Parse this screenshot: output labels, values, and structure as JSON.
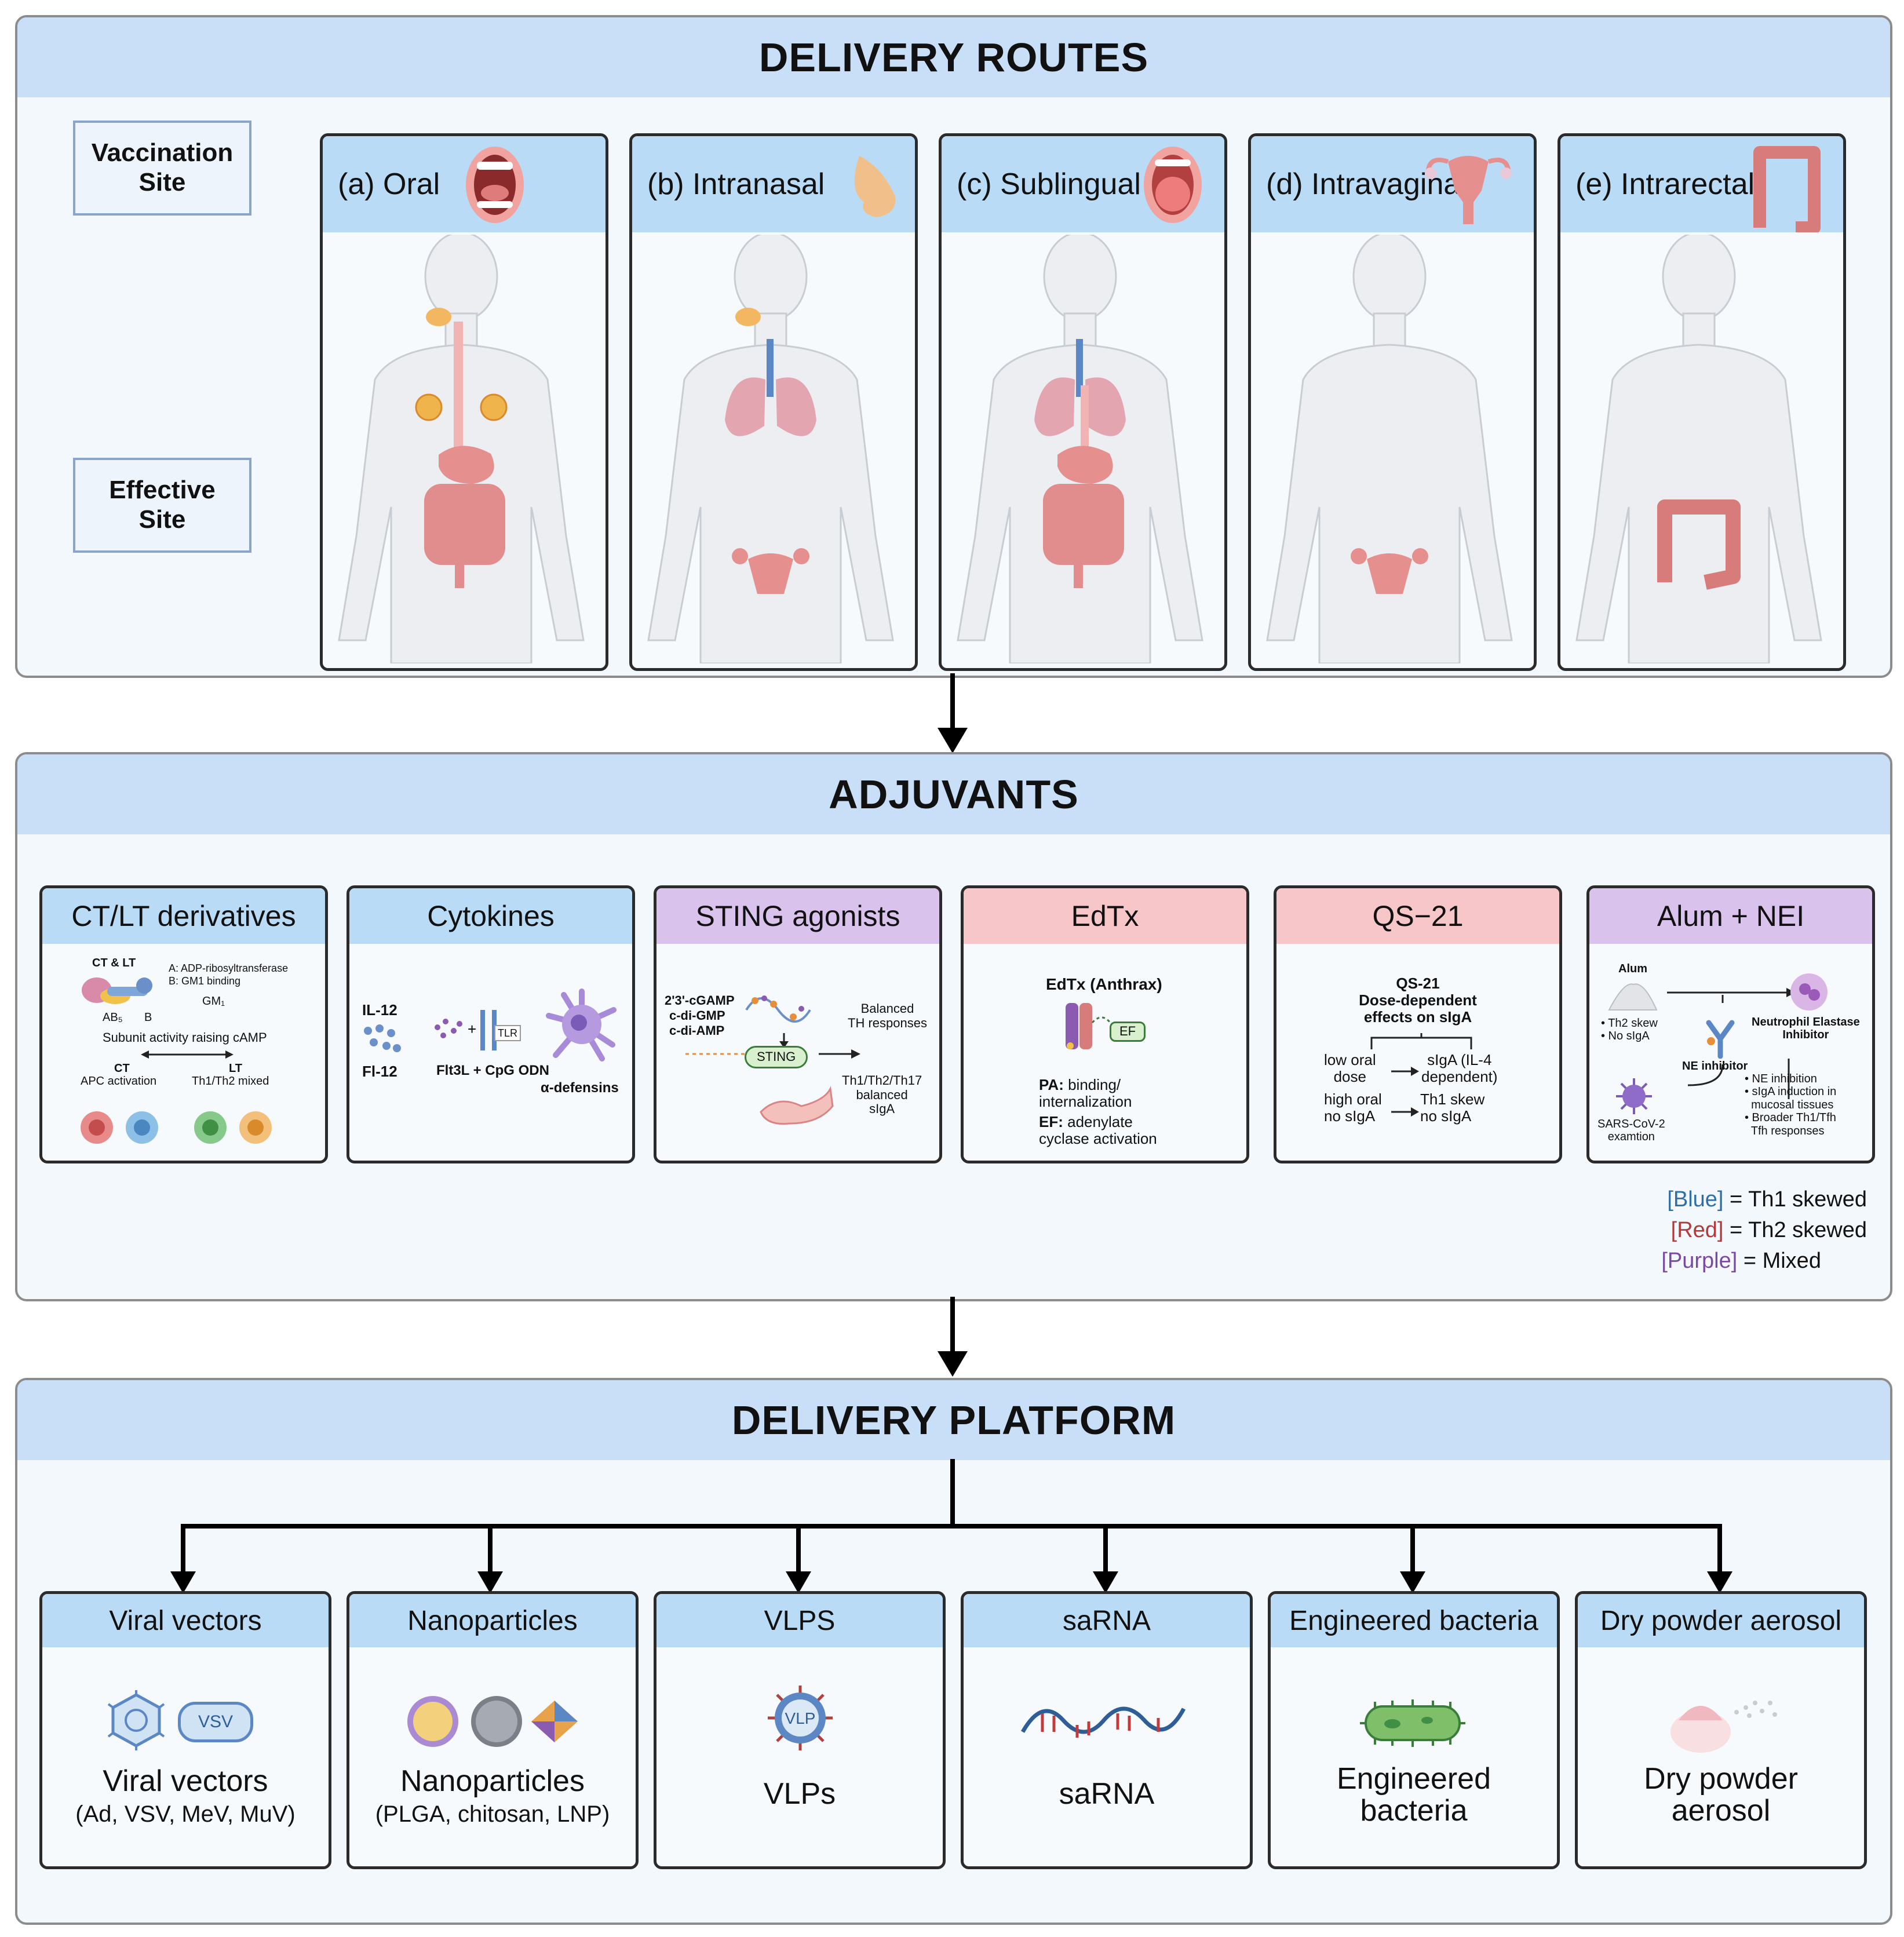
{
  "routes_panel": {
    "title": "DELIVERY ROUTES",
    "vaccination_site_label": "Vaccination\nSite",
    "effective_site_label": "Effective\nSite",
    "routes": [
      {
        "label": "(a) Oral"
      },
      {
        "label": "(b) Intranasal"
      },
      {
        "label": "(c) Sublingual"
      },
      {
        "label": "(d) Intravaginal"
      },
      {
        "label": "(e) Intrarectal"
      }
    ]
  },
  "adjuvants_panel": {
    "title": "ADJUVANTS",
    "boxes": {
      "ctlt": {
        "title": "CT/LT derivatives",
        "ct_lt": "CT & LT",
        "a_text": "A: ADP-ribosyltransferase",
        "b_text": "B: GM1 binding",
        "gm1": "GM₁",
        "ab5": "AB₅",
        "b": "B",
        "subunit": "Subunit activity raising cAMP",
        "ct": "CT",
        "ct_desc": "APC activation",
        "lt": "LT",
        "lt_desc": "Th1/Th2 mixed"
      },
      "cytokines": {
        "title": "Cytokines",
        "il12": "IL-12",
        "fl12": "Fl-12",
        "tlr": "TLR",
        "flt3l": "Flt3L + CpG ODN",
        "defensins": "α-defensins"
      },
      "sting": {
        "title": "STING agonists",
        "l1": "2'3'-cGAMP",
        "l2": "c-di-GMP",
        "l3": "c-di-AMP",
        "sting": "STING",
        "balanced": "Balanced\nTH responses",
        "result": "Th1/Th2/Th17\nbalanced\nsIgA"
      },
      "edtx": {
        "title": "EdTx",
        "sub": "EdTx (Anthrax)",
        "ef": "EF",
        "pa_key": "PA:",
        "pa_text": " binding/\ninternalization",
        "ef_key": "EF:",
        "ef_text": " adenylate\ncyclase activation"
      },
      "qs21": {
        "title": "QS−21",
        "sub": "QS-21\nDose-dependent\neffects on sIgA",
        "low": "low oral\ndose",
        "low_res": "sIgA (IL-4\ndependent)",
        "high": "high oral\nno sIgA",
        "high_res": "Th1 skew\nno sIgA"
      },
      "alum": {
        "title": "Alum + NEI",
        "alum": "Alum",
        "skew": "• Th2 skew\n• No sIgA",
        "nei_title": "Neutrophil Elastase\nInhibitor",
        "ne_inhibitor": "NE inhibitor",
        "bullets": "• NE inhibition\n• sIgA induction in\n  mucosal tissues\n• Broader Th1/Tfh\n  Tfh responses",
        "sars": "SARS-CoV-2\nexamtion"
      }
    },
    "legend": [
      {
        "key": "[Blue]",
        "text": " = Th1 skewed",
        "color": "#2f6ea6"
      },
      {
        "key": "[Red]",
        "text": " = Th2 skewed",
        "color": "#b23a3a"
      },
      {
        "key": "[Purple]",
        "text": " = Mixed",
        "color": "#7a4aa3"
      }
    ]
  },
  "platform_panel": {
    "title": "DELIVERY PLATFORM",
    "platforms": [
      {
        "title": "Viral vectors",
        "main": "Viral vectors",
        "sub": "(Ad, VSV, MeV, MuV)",
        "icon_label": "VSV"
      },
      {
        "title": "Nanoparticles",
        "main": "Nanoparticles",
        "sub": "(PLGA, chitosan, LNP)"
      },
      {
        "title": "VLPS",
        "main": "VLPs",
        "icon_label": "VLP"
      },
      {
        "title": "saRNA",
        "main": "saRNA"
      },
      {
        "title": "Engineered bacteria",
        "main": "Engineered\nbacteria"
      },
      {
        "title": "Dry powder aerosol",
        "main": "Dry powder\naerosol"
      }
    ]
  },
  "colors": {
    "header_blue": "#c9dff8",
    "head_blue": "#b9dbf5",
    "head_purple": "#d9c3ec",
    "head_red": "#f6c6c9",
    "organ_pink": "#d98585"
  }
}
